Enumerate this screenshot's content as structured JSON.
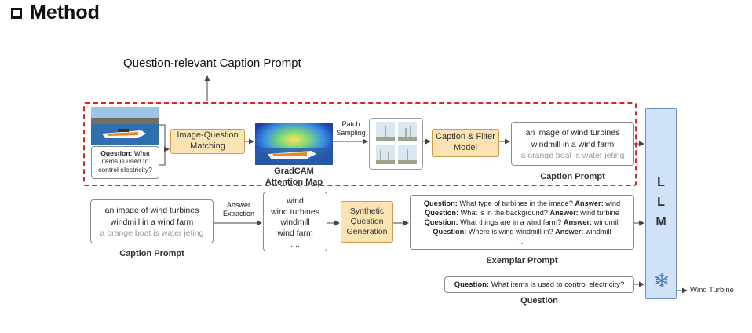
{
  "section_title": "Method",
  "qrc_prompt_label": "Question-relevant Caption Prompt",
  "top_row": {
    "question_text_bold": "Question:",
    "question_text": " What items is used to control electricity?",
    "image_question_matching": "Image-Question Matching",
    "gradcam_label_line1": "GradCAM",
    "gradcam_label_line2": "Attention Map",
    "patch_sampling": "Patch Sampling",
    "caption_filter_model": "Caption & Filter Model",
    "caption_line1": "an image of wind turbines",
    "caption_line2": "windmill in a wind farm",
    "caption_line3": "a orange boat is water jeting",
    "caption_prompt_label": "Caption Prompt"
  },
  "middle_row": {
    "caption_line1": "an image of wind turbines",
    "caption_line2": "windmill in a wind farm",
    "caption_line3": "a orange boat is water jeting",
    "caption_prompt_label": "Caption Prompt",
    "answer_extraction": "Answer Extraction",
    "answers": [
      "wind",
      "wind turbines",
      "windmill",
      "wind farm",
      "...."
    ],
    "synthetic_qg": "Synthetic Question Generation",
    "exemplar_lines": [
      {
        "q": "Question:",
        "qt": " What type of turbines in the image? ",
        "a": "Answer:",
        "at": " wind"
      },
      {
        "q": "Question:",
        "qt": " What is in the background? ",
        "a": "Answer:",
        "at": " wind turbine"
      },
      {
        "q": "Question:",
        "qt": " What things are in a wind farm? ",
        "a": "Answer:",
        "at": " windmill"
      },
      {
        "q": "Question:",
        "qt": " Where is wind  windmill in? ",
        "a": "Answer:",
        "at": " windmill"
      }
    ],
    "exemplar_ellipsis": "...",
    "exemplar_prompt_label": "Exemplar Prompt"
  },
  "bottom_row": {
    "question_bold": "Question:",
    "question_text": " What items is used to control electricity?",
    "question_label": "Question",
    "output_label": "Wind Turbine"
  },
  "llm": {
    "letters": [
      "L",
      "L",
      "M"
    ],
    "icon": "snowflake-icon"
  },
  "colors": {
    "orange_fill": "#fce3b3",
    "llm_fill": "#cfe2f7",
    "dash_red": "#e0261b"
  }
}
